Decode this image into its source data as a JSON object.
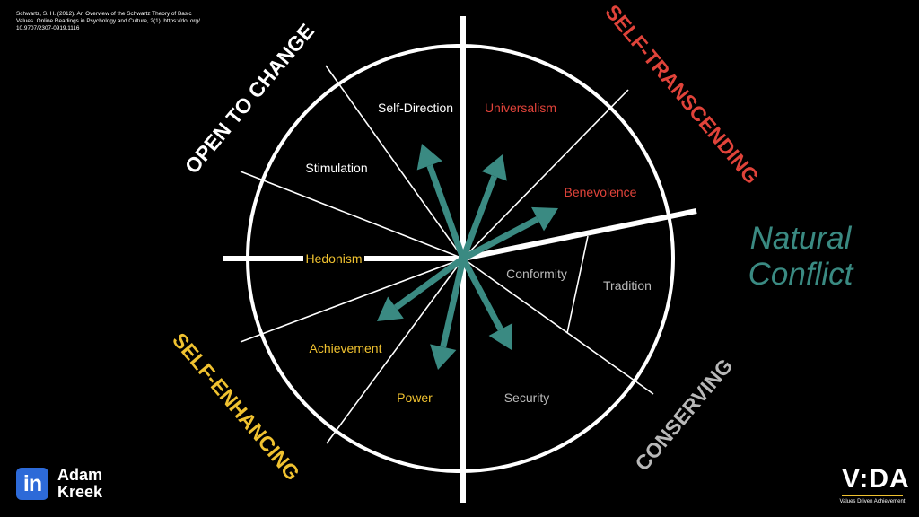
{
  "citation": {
    "line1": "Schwartz, S. H. (2012). An Overview of the Schwartz Theory of Basic",
    "line2": "Values. Online Readings in Psychology and Culture, 2(1). https://doi.org/",
    "line3": "10.9707/2307-0919.1116"
  },
  "quadrants": {
    "open_to_change": "OPEN TO CHANGE",
    "self_transcending": "SELF-TRANSCENDING",
    "self_enhancing": "SELF-ENHANCING",
    "conserving": "CONSERVING"
  },
  "values": {
    "self_direction": "Self-Direction",
    "universalism": "Universalism",
    "stimulation": "Stimulation",
    "benevolence": "Benevolence",
    "hedonism": "Hedonism",
    "conformity": "Conformity",
    "tradition": "Tradition",
    "achievement": "Achievement",
    "power": "Power",
    "security": "Security"
  },
  "natural_conflict": {
    "line1": "Natural",
    "line2": "Conflict"
  },
  "branding": {
    "linkedin_mark": "in",
    "author_first": "Adam",
    "author_last": "Kreek",
    "vida_logo": "V:DA",
    "vida_tagline": "Values Driven Achievement"
  },
  "colors": {
    "background": "#000000",
    "white": "#ffffff",
    "red": "#e0433a",
    "gold": "#f0c230",
    "gray": "#b8b8b8",
    "teal": "#3a8a82",
    "linkedin_blue": "#2d6ad8"
  }
}
